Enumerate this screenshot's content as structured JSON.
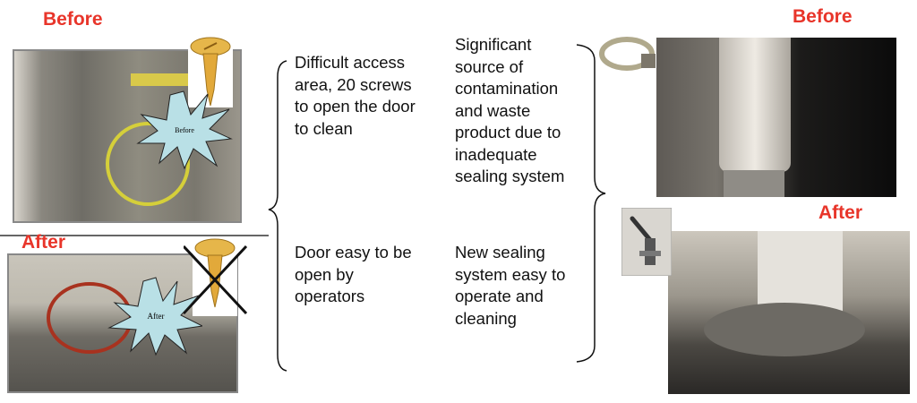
{
  "left": {
    "before_label": "Before",
    "after_label": "After",
    "before_burst": "Before",
    "after_burst": "After"
  },
  "column1": {
    "before_lines": [
      "Difficult access",
      "area, 20 screws",
      "to open the door",
      "to clean"
    ],
    "after_lines": [
      "Door easy to be",
      "open by",
      "operators"
    ]
  },
  "column2": {
    "before_lines": [
      "Significant",
      "source of",
      "contamination",
      "and waste",
      "product due to",
      "inadequate",
      "sealing system"
    ],
    "after_lines": [
      "New sealing",
      "system easy to",
      "operate and",
      "cleaning"
    ]
  },
  "right": {
    "before_label": "Before",
    "after_label": "After"
  },
  "colors": {
    "label": "#e8352a",
    "burst": "#b9e0e6"
  }
}
